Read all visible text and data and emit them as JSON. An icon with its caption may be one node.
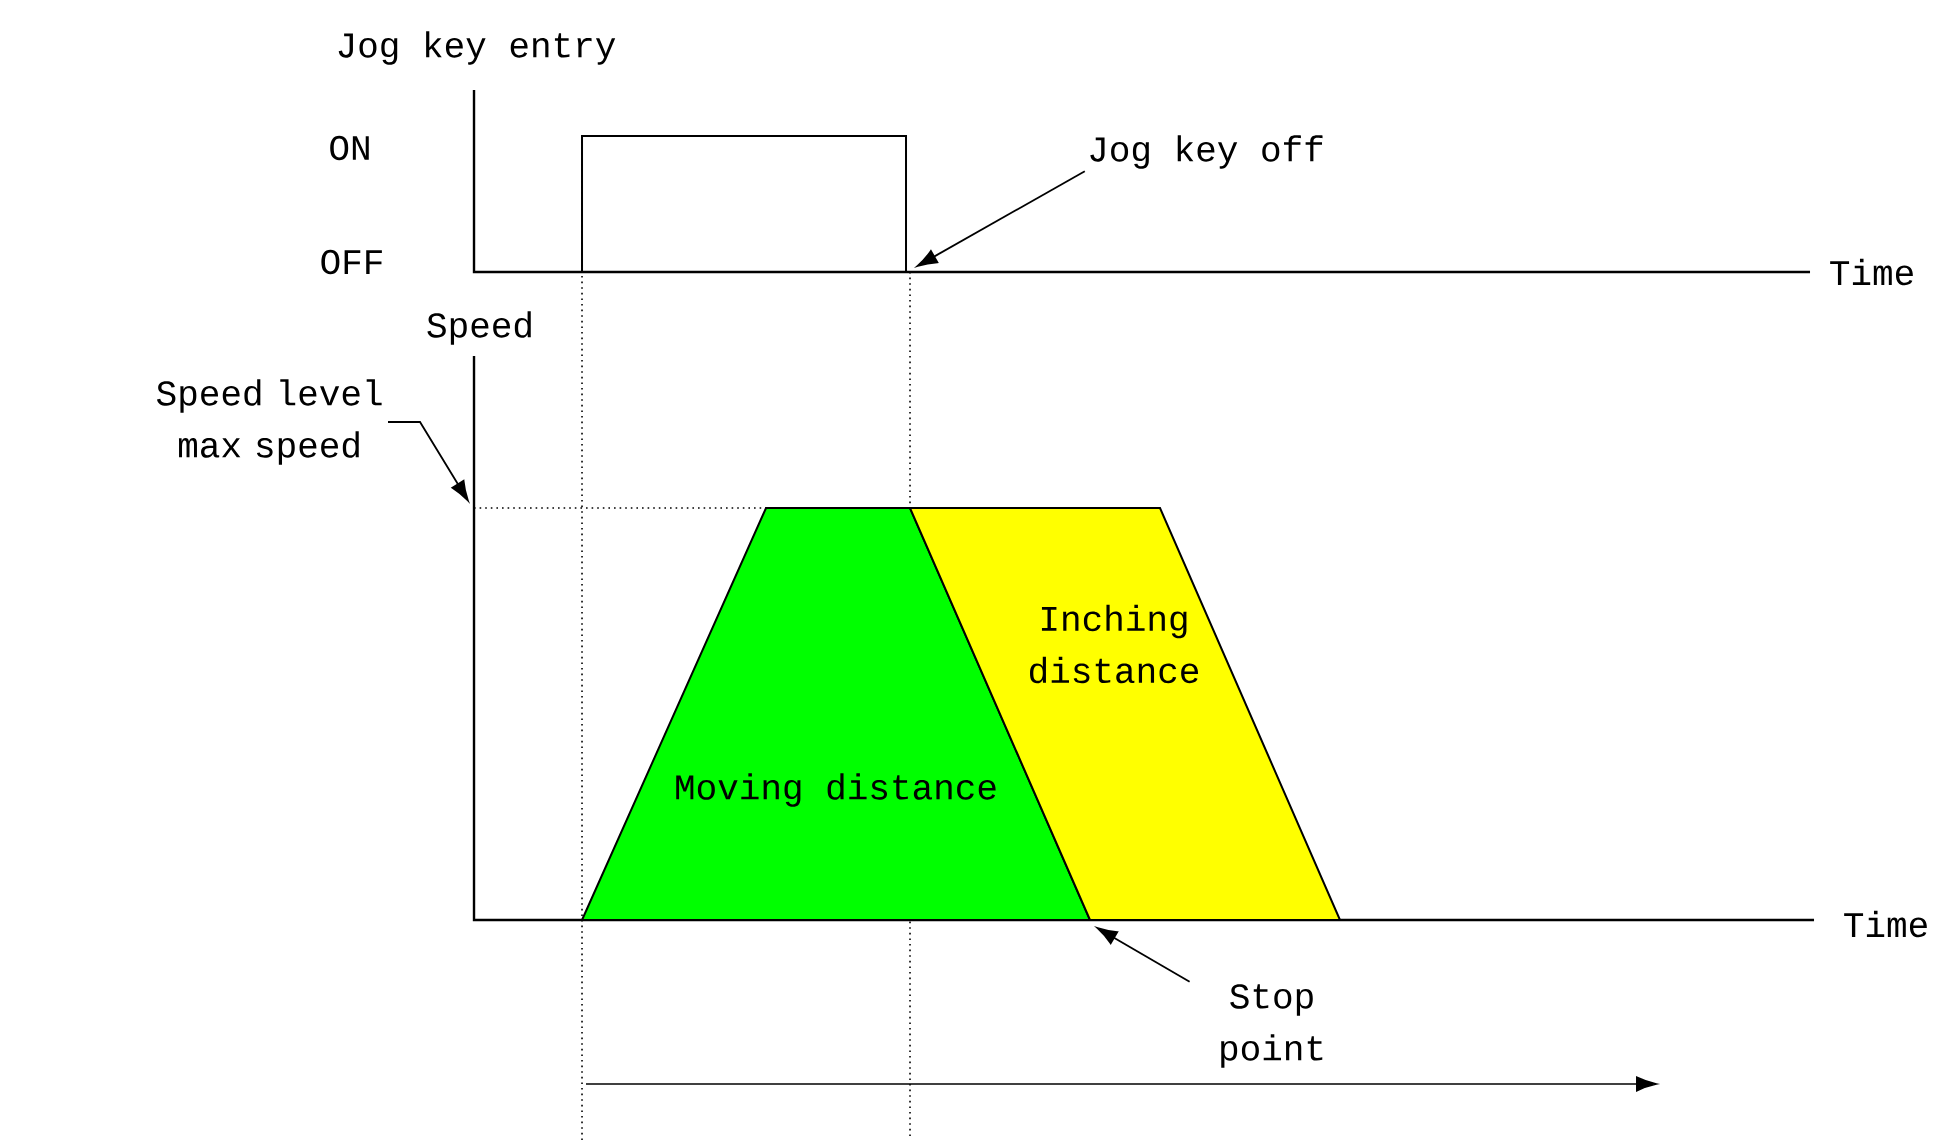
{
  "diagram": {
    "nodes": [
      {
        "text": [
          "Jog key off"
        ]
      },
      {
        "text": [
          "Speed level max speed"
        ]
      },
      {
        "text": [
          "Moving distance"
        ]
      },
      {
        "text": [
          "Inching distance"
        ]
      },
      {
        "text": [
          "Stop point"
        ]
      }
    ],
    "edges": [
      {
        "from": 0,
        "to": null,
        "arrow": "to"
      },
      {
        "from": 1,
        "to": null,
        "arrow": "to"
      },
      {
        "from": 4,
        "to": 3,
        "arrow": "to"
      }
    ],
    "labels": [
      "Jog key entry",
      "ON",
      "OFF",
      "Time",
      "Speed",
      "Time"
    ]
  }
}
